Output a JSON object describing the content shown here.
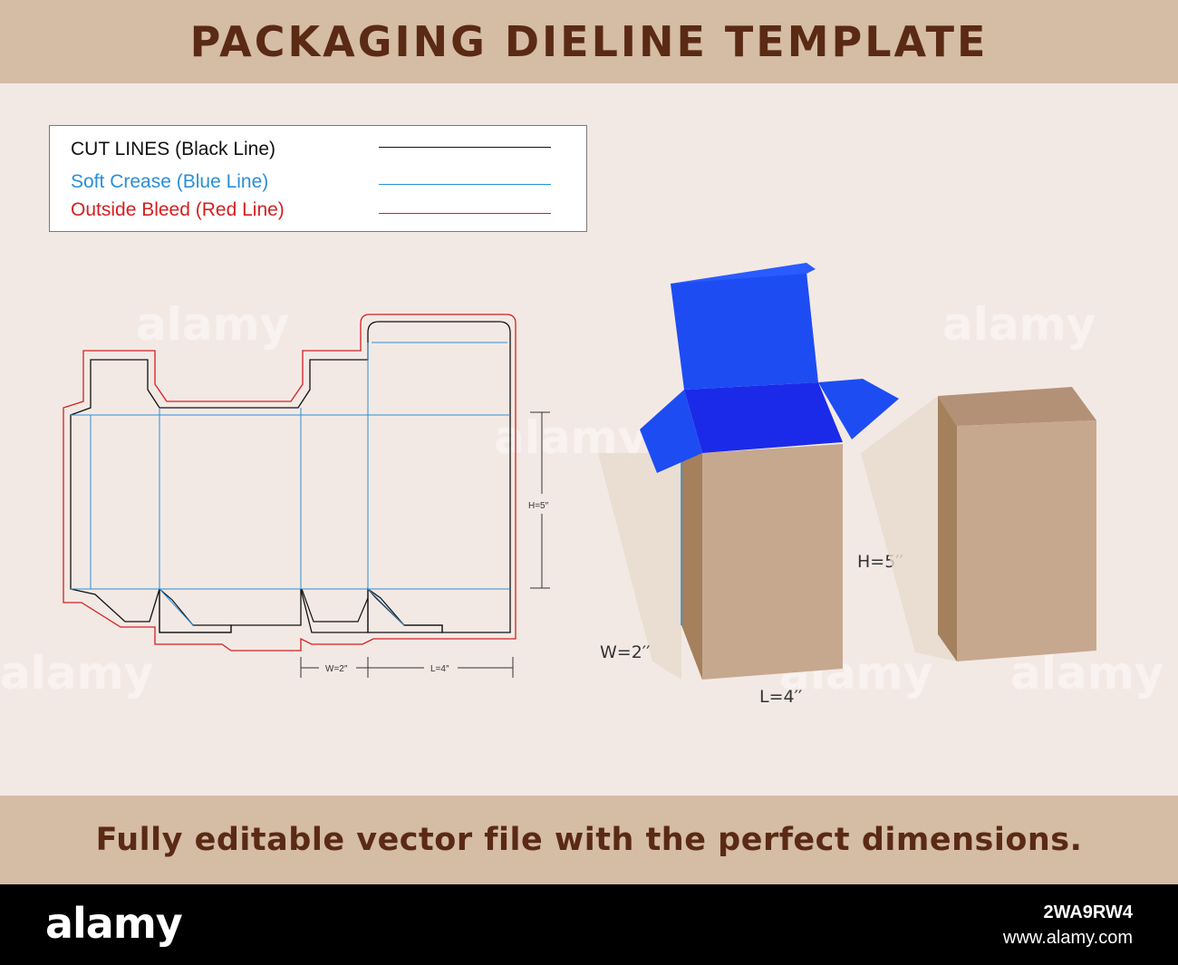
{
  "header": {
    "title": "PACKAGING DIELINE TEMPLATE"
  },
  "legend": {
    "items": [
      {
        "label": "CUT LINES (Black Line)",
        "color": "#111111"
      },
      {
        "label": "Soft Crease (Blue Line)",
        "color": "#2a8fd6"
      },
      {
        "label": "Outside Bleed (Red Line)",
        "color": "#d42020"
      }
    ]
  },
  "dieline": {
    "height_label": "H=5″",
    "width_label": "W=2″",
    "length_label": "L=4″"
  },
  "box_3d": {
    "height_label": "H=5′′",
    "width_label": "W=2′′",
    "length_label": "L=4′′",
    "kraft_color": "#c6a88e",
    "flap_color": "#1b3fe6"
  },
  "footer_banner": {
    "text": "Fully editable vector file with the perfect dimensions."
  },
  "watermark": {
    "text": "alamy"
  },
  "credits": {
    "logo": "alamy",
    "image_id": "2WA9RW4",
    "url": "www.alamy.com"
  }
}
